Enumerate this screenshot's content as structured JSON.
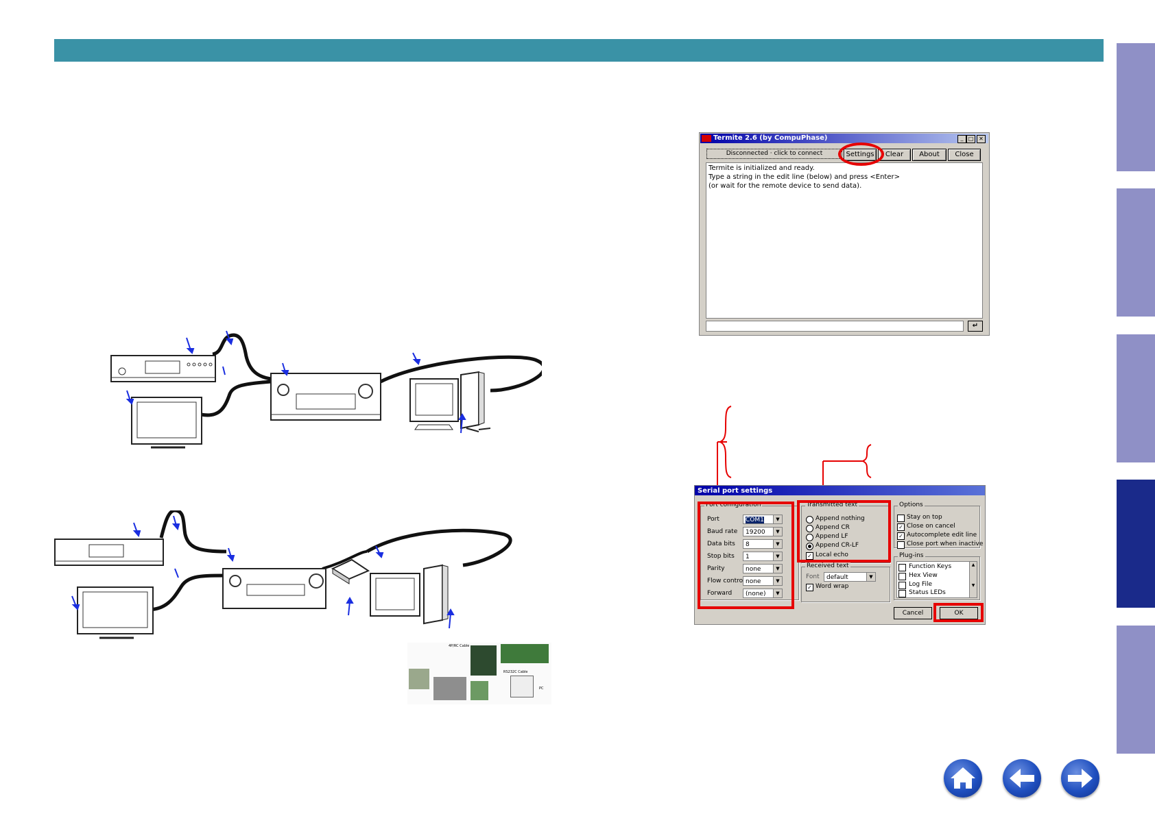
{
  "colors": {
    "header": "#3a92a6",
    "tab_inactive": "#8f90c6",
    "tab_active": "#1a2a8a",
    "annotation_red": "#e60000",
    "arrow_blue": "#1a2ee0"
  },
  "side_tabs": [
    {
      "active": false
    },
    {
      "active": false
    },
    {
      "active": false
    },
    {
      "active": false
    },
    {
      "active": true
    },
    {
      "active": false
    }
  ],
  "termite": {
    "title": "Termite 2.6  (by CompuPhase)",
    "status": "Disconnected · click to connect",
    "buttons": {
      "settings": "Settings",
      "clear": "Clear",
      "about": "About",
      "close": "Close"
    },
    "console_lines": [
      "Termite is initialized and ready.",
      "Type a string in the edit line (below) and press <Enter>",
      "(or wait for the remote device to send data)."
    ],
    "enter_glyph": "↵"
  },
  "serial": {
    "title": "Serial port settings",
    "port_config": {
      "title": "Port configuration",
      "fields": [
        {
          "label": "Port",
          "value": "COM1"
        },
        {
          "label": "Baud rate",
          "value": "19200"
        },
        {
          "label": "Data bits",
          "value": "8"
        },
        {
          "label": "Stop bits",
          "value": "1"
        },
        {
          "label": "Parity",
          "value": "none"
        },
        {
          "label": "Flow control",
          "value": "none"
        },
        {
          "label": "Forward",
          "value": "(none)"
        }
      ]
    },
    "transmitted": {
      "title": "Transmitted text",
      "options": [
        "Append nothing",
        "Append CR",
        "Append LF",
        "Append CR-LF"
      ],
      "local_echo": "Local echo"
    },
    "received": {
      "title": "Received text",
      "font_label": "Font",
      "font_value": "default",
      "word_wrap": "Word wrap"
    },
    "options": {
      "title": "Options",
      "items": [
        {
          "label": "Stay on top",
          "checked": false
        },
        {
          "label": "Close on cancel",
          "checked": true
        },
        {
          "label": "Autocomplete edit line",
          "checked": true
        },
        {
          "label": "Close port when inactive",
          "checked": false
        }
      ]
    },
    "plugins": {
      "title": "Plug-ins",
      "items": [
        "Function Keys",
        "Hex View",
        "Log File",
        "Status LEDs"
      ]
    },
    "cancel": "Cancel",
    "ok": "OK"
  },
  "photo_labels": {
    "cable_top": "4P/RC Cable",
    "cable_mid": "RS232C Cable",
    "pc": "PC"
  }
}
